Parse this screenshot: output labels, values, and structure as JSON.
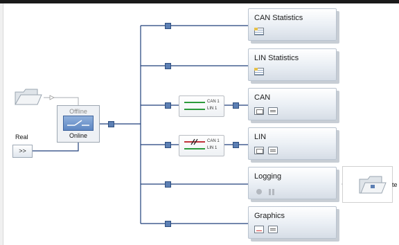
{
  "blocks": {
    "can_statistics": {
      "title": "CAN Statistics",
      "icons": [
        "statistics-icon"
      ]
    },
    "lin_statistics": {
      "title": "LIN Statistics",
      "icons": [
        "statistics-icon"
      ]
    },
    "can": {
      "title": "CAN",
      "icons": [
        "trace-window-icon",
        "message-icon"
      ]
    },
    "lin": {
      "title": "LIN",
      "icons": [
        "trace-window-icon",
        "message-icon"
      ]
    },
    "logging": {
      "title": "Logging",
      "icons": [
        "record-icon",
        "pause-icon"
      ]
    },
    "graphics": {
      "title": "Graphics",
      "icons": [
        "graph-window-icon",
        "message-icon"
      ]
    }
  },
  "filters": {
    "can_filter": {
      "line1": "CAN 1",
      "line2": "LIN 1",
      "line1_blocked": false
    },
    "lin_filter": {
      "line1": "CAN 1",
      "line2": "LIN 1",
      "line1_blocked": true
    }
  },
  "mode_switch": {
    "offline": "Offline",
    "online": "Online",
    "selected": "Online"
  },
  "real": {
    "label": "Real",
    "button": ">>"
  },
  "logging_target_text": "te",
  "colors": {
    "wire": "#1f3f7a",
    "node": "#5c7fb3",
    "accent_green": "#2b9a3a",
    "accent_red": "#c0303a"
  }
}
